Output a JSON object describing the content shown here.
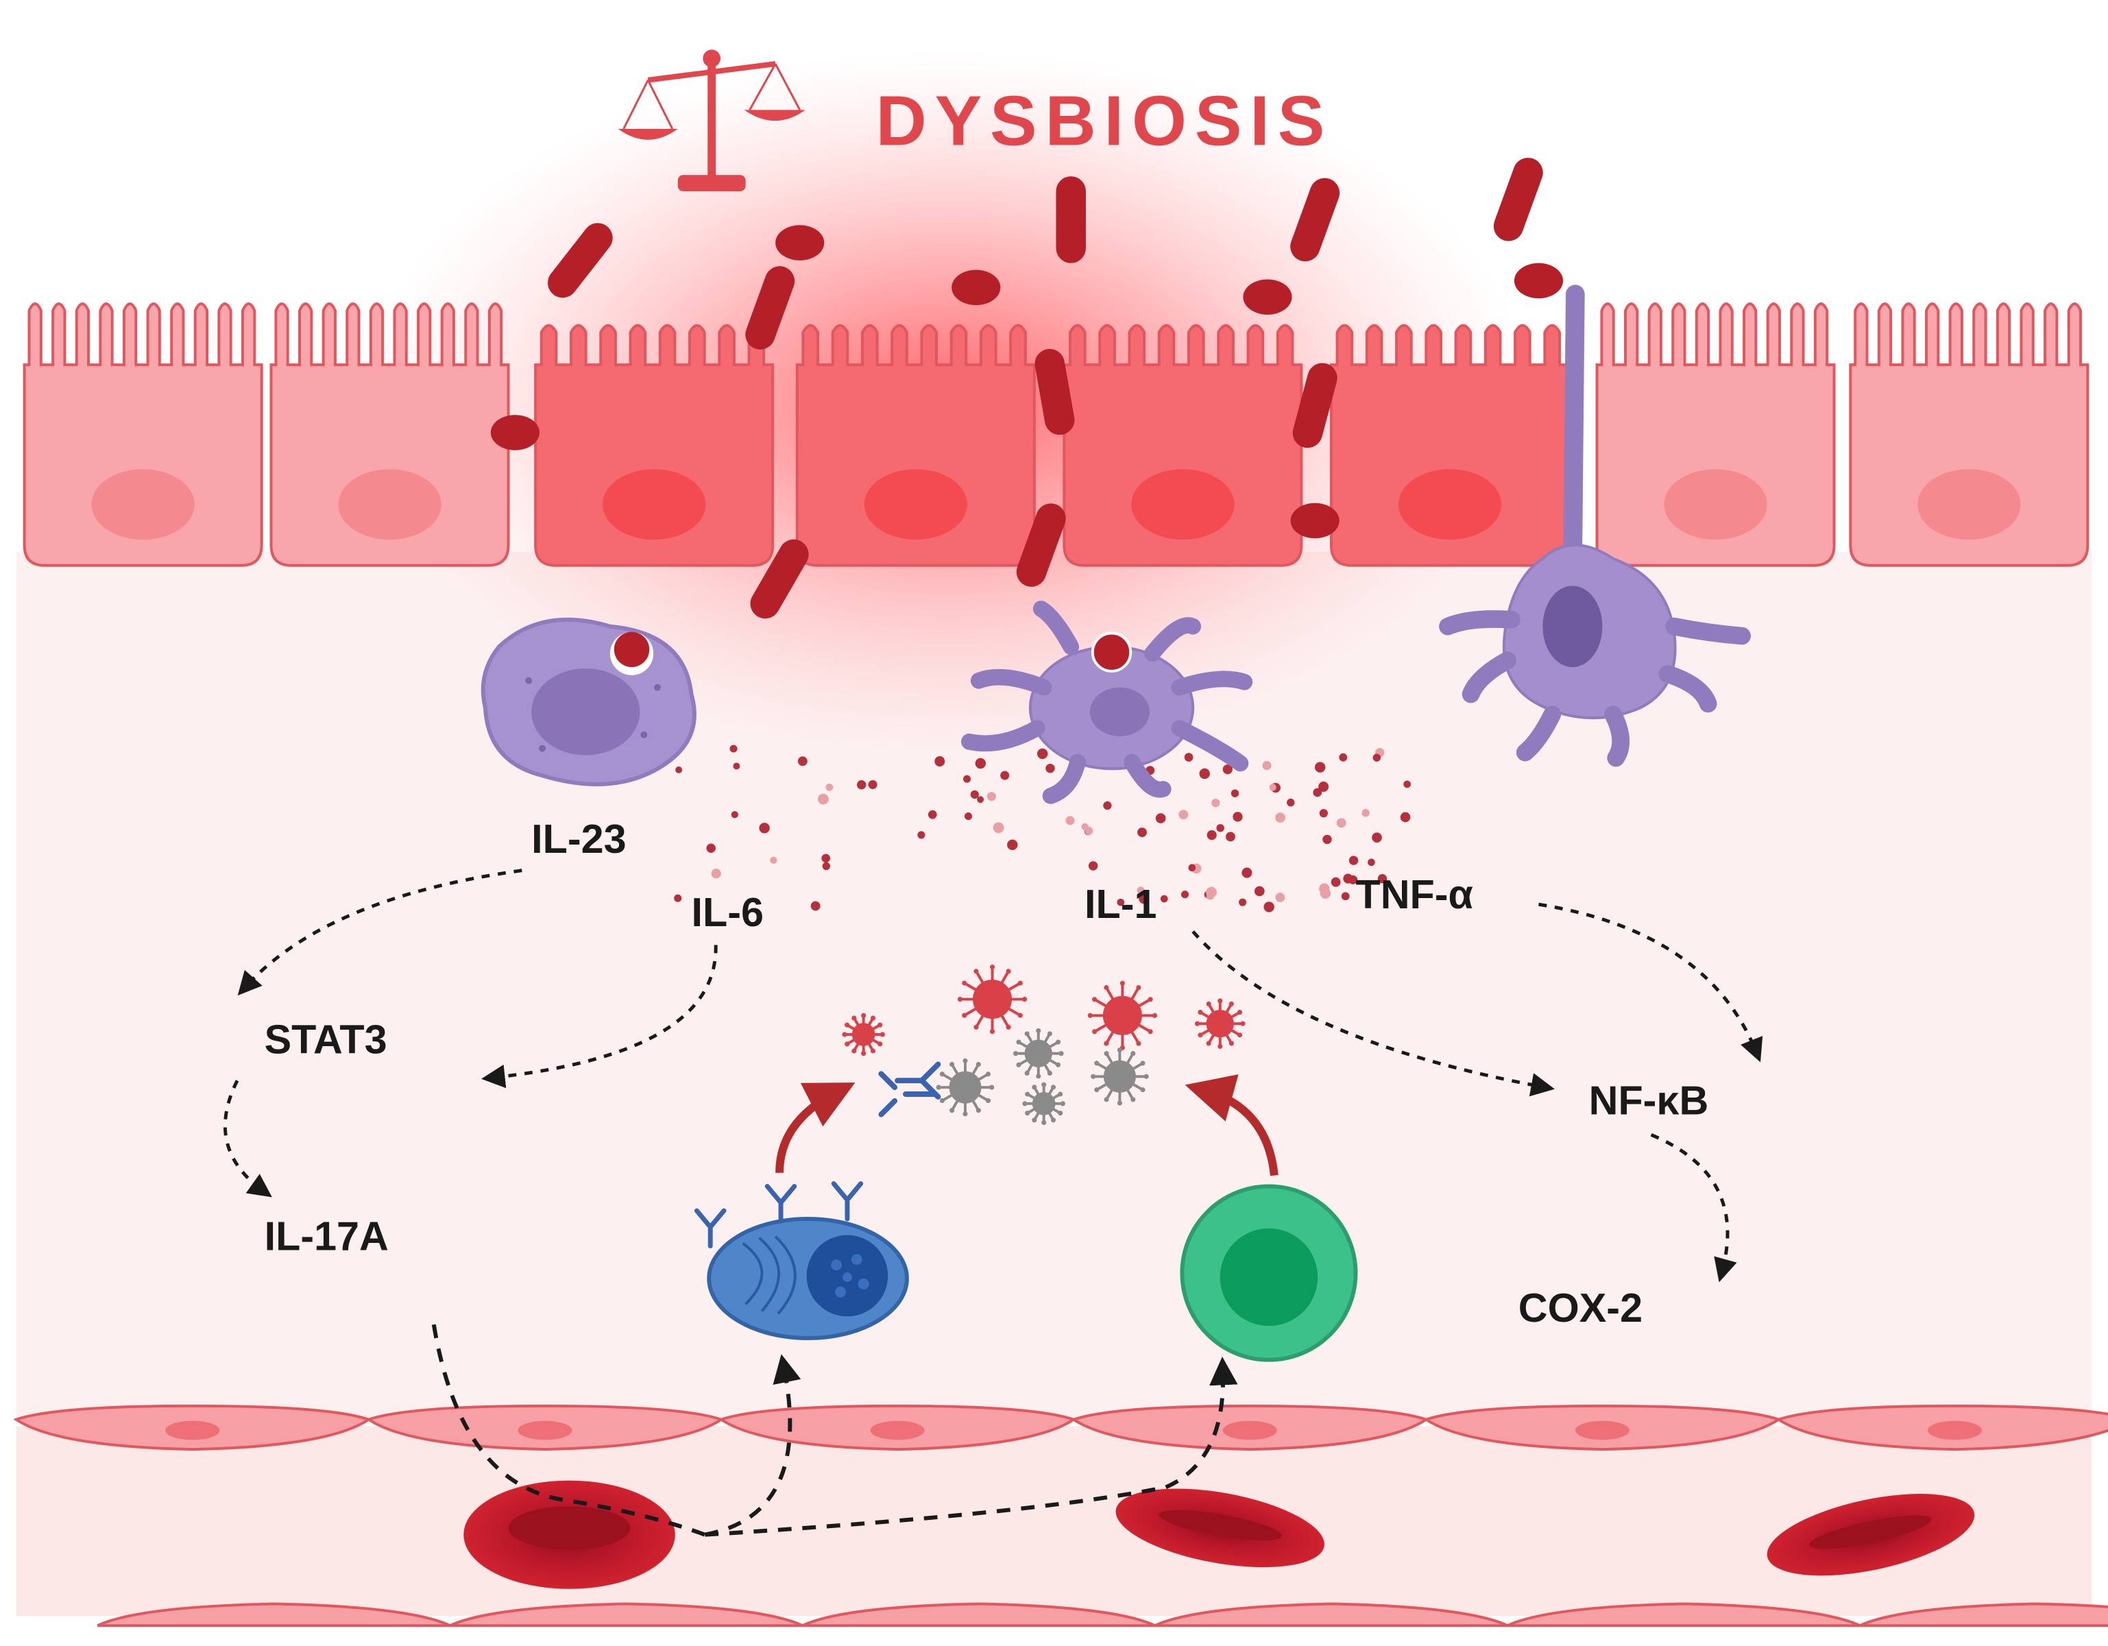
{
  "title": "DYSBIOSIS",
  "labels": {
    "il23": "IL-23",
    "il6": "IL-6",
    "il1": "IL-1",
    "tnf": "TNF-α",
    "stat3": "STAT3",
    "il17a": "IL-17A",
    "nfkb": "NF-κB",
    "cox2": "COX-2"
  },
  "colors": {
    "title": "#e0474c",
    "epithelium": "#f8a6ab",
    "inflamed_epithelium": "#f56a70",
    "bacteria": "#b51f27",
    "immune_cell_purple": "#9b86c4",
    "plasma_cell": "#3f74b8",
    "t_cell": "#2fae73",
    "red_blood_cell": "#c81d2a",
    "antibody": "#3a63b0",
    "arrow_red": "#b52a2a"
  },
  "icons": [
    "balance-scale-icon",
    "bacteria-rod-icon",
    "bacteria-coccus-icon",
    "macrophage-icon",
    "dendritic-cell-icon",
    "plasma-cell-icon",
    "t-cell-icon",
    "antibody-icon",
    "virus-particle-icon",
    "red-blood-cell-icon"
  ]
}
